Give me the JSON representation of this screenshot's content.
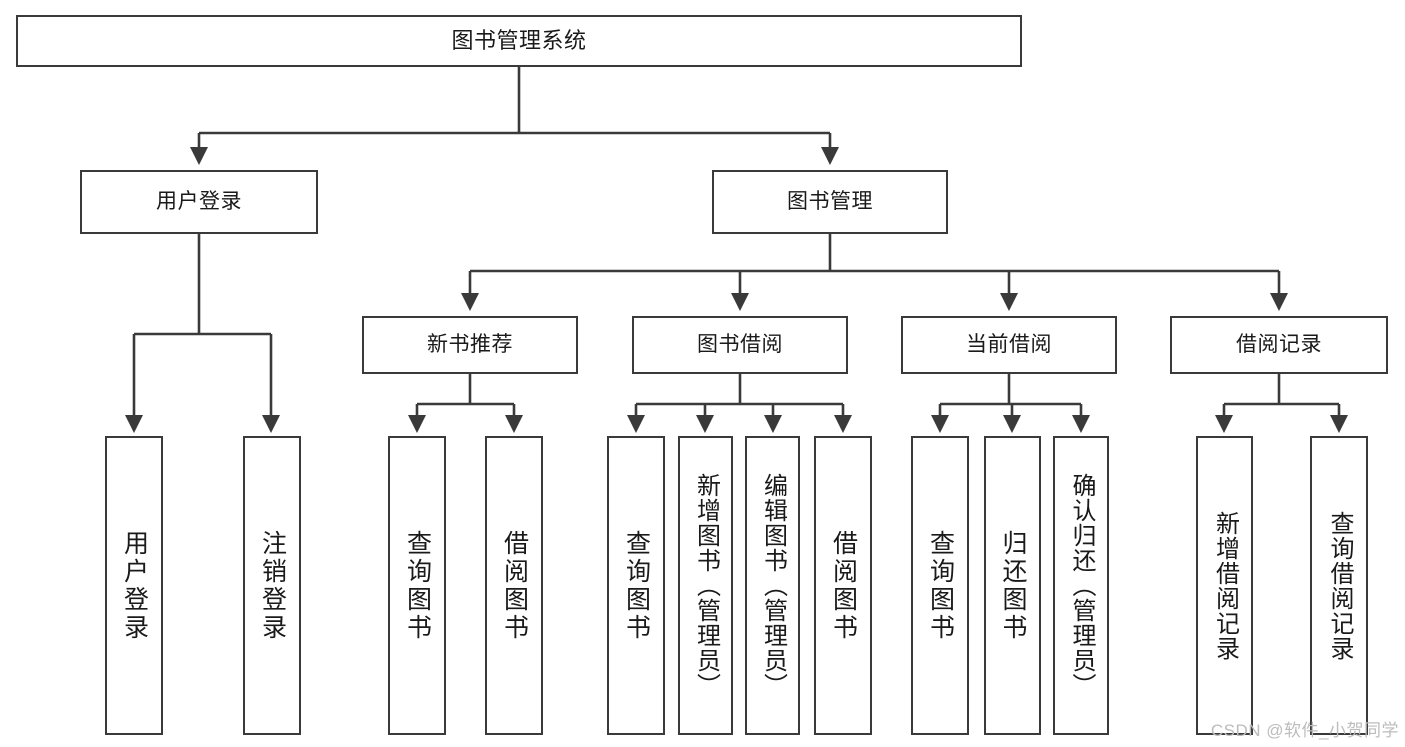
{
  "diagram": {
    "title": "图书管理系统",
    "type": "tree",
    "orientation": "top-down",
    "style": {
      "box_border_color": "#3a3a3a",
      "box_fill": "#ffffff",
      "edge_color": "#3a3a3a",
      "text_color": "#1a1a1a",
      "background": "#ffffff"
    },
    "root": {
      "label": "图书管理系统"
    },
    "level2": [
      {
        "label": "用户登录"
      },
      {
        "label": "图书管理"
      }
    ],
    "level3": [
      {
        "label": "新书推荐"
      },
      {
        "label": "图书借阅"
      },
      {
        "label": "当前借阅"
      },
      {
        "label": "借阅记录"
      }
    ],
    "leaves": {
      "user_login": [
        {
          "label": "用户登录"
        },
        {
          "label": "注销登录"
        }
      ],
      "new_book_recommend": [
        {
          "label": "查询图书"
        },
        {
          "label": "借阅图书"
        }
      ],
      "book_borrow": [
        {
          "label": "查询图书"
        },
        {
          "label": "新增图书（管理员）"
        },
        {
          "label": "编辑图书（管理员）"
        },
        {
          "label": "借阅图书"
        }
      ],
      "current_borrow": [
        {
          "label": "查询图书"
        },
        {
          "label": "归还图书"
        },
        {
          "label": "确认归还（管理员）"
        }
      ],
      "borrow_record": [
        {
          "label": "新增借阅记录"
        },
        {
          "label": "查询借阅记录"
        }
      ]
    }
  },
  "watermark": {
    "text": "CSDN @软件_小贺同学"
  }
}
